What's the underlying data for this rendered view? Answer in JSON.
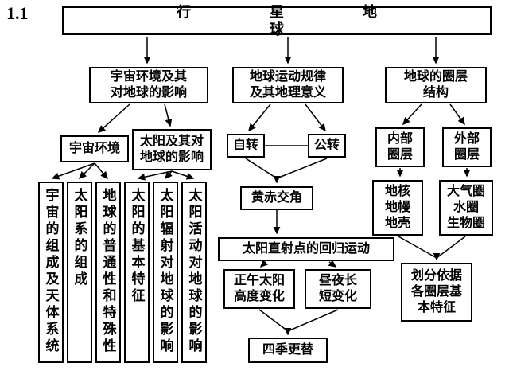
{
  "page_label": "1.1",
  "root_title": "行星地球",
  "left": {
    "header": "宇宙环境及其\n对地球的影响",
    "env": "宇宙环境",
    "sun": "太阳及其对\n地球的影响",
    "columns": [
      "宇宙的组成及天体系统",
      "太阳系的组成",
      "地球的普通性和特殊性",
      "太阳的基本特征",
      "太阳辐射对地球的影响",
      "太阳活动对地球的影响"
    ]
  },
  "center": {
    "header": "地球运动规律\n及其地理意义",
    "rotation": "自转",
    "revolution": "公转",
    "obliquity": "黄赤交角",
    "subsolar_motion": "太阳直射点的回归运动",
    "noon_sun_altitude": "正午太阳\n高度变化",
    "day_night_length": "昼夜长\n短变化",
    "seasons": "四季更替"
  },
  "right": {
    "header": "地球的圈层\n结构",
    "internal": "内部\n圈层",
    "external": "外部\n圈层",
    "internal_layers": "地核\n地幔\n地壳",
    "external_layers": "大气圈\n水圈\n生物圈",
    "basis": "划分依据\n各圈层基\n本特征"
  },
  "colors": {
    "line": "#000000",
    "box_bg": "#ffffff",
    "text": "#000000"
  }
}
